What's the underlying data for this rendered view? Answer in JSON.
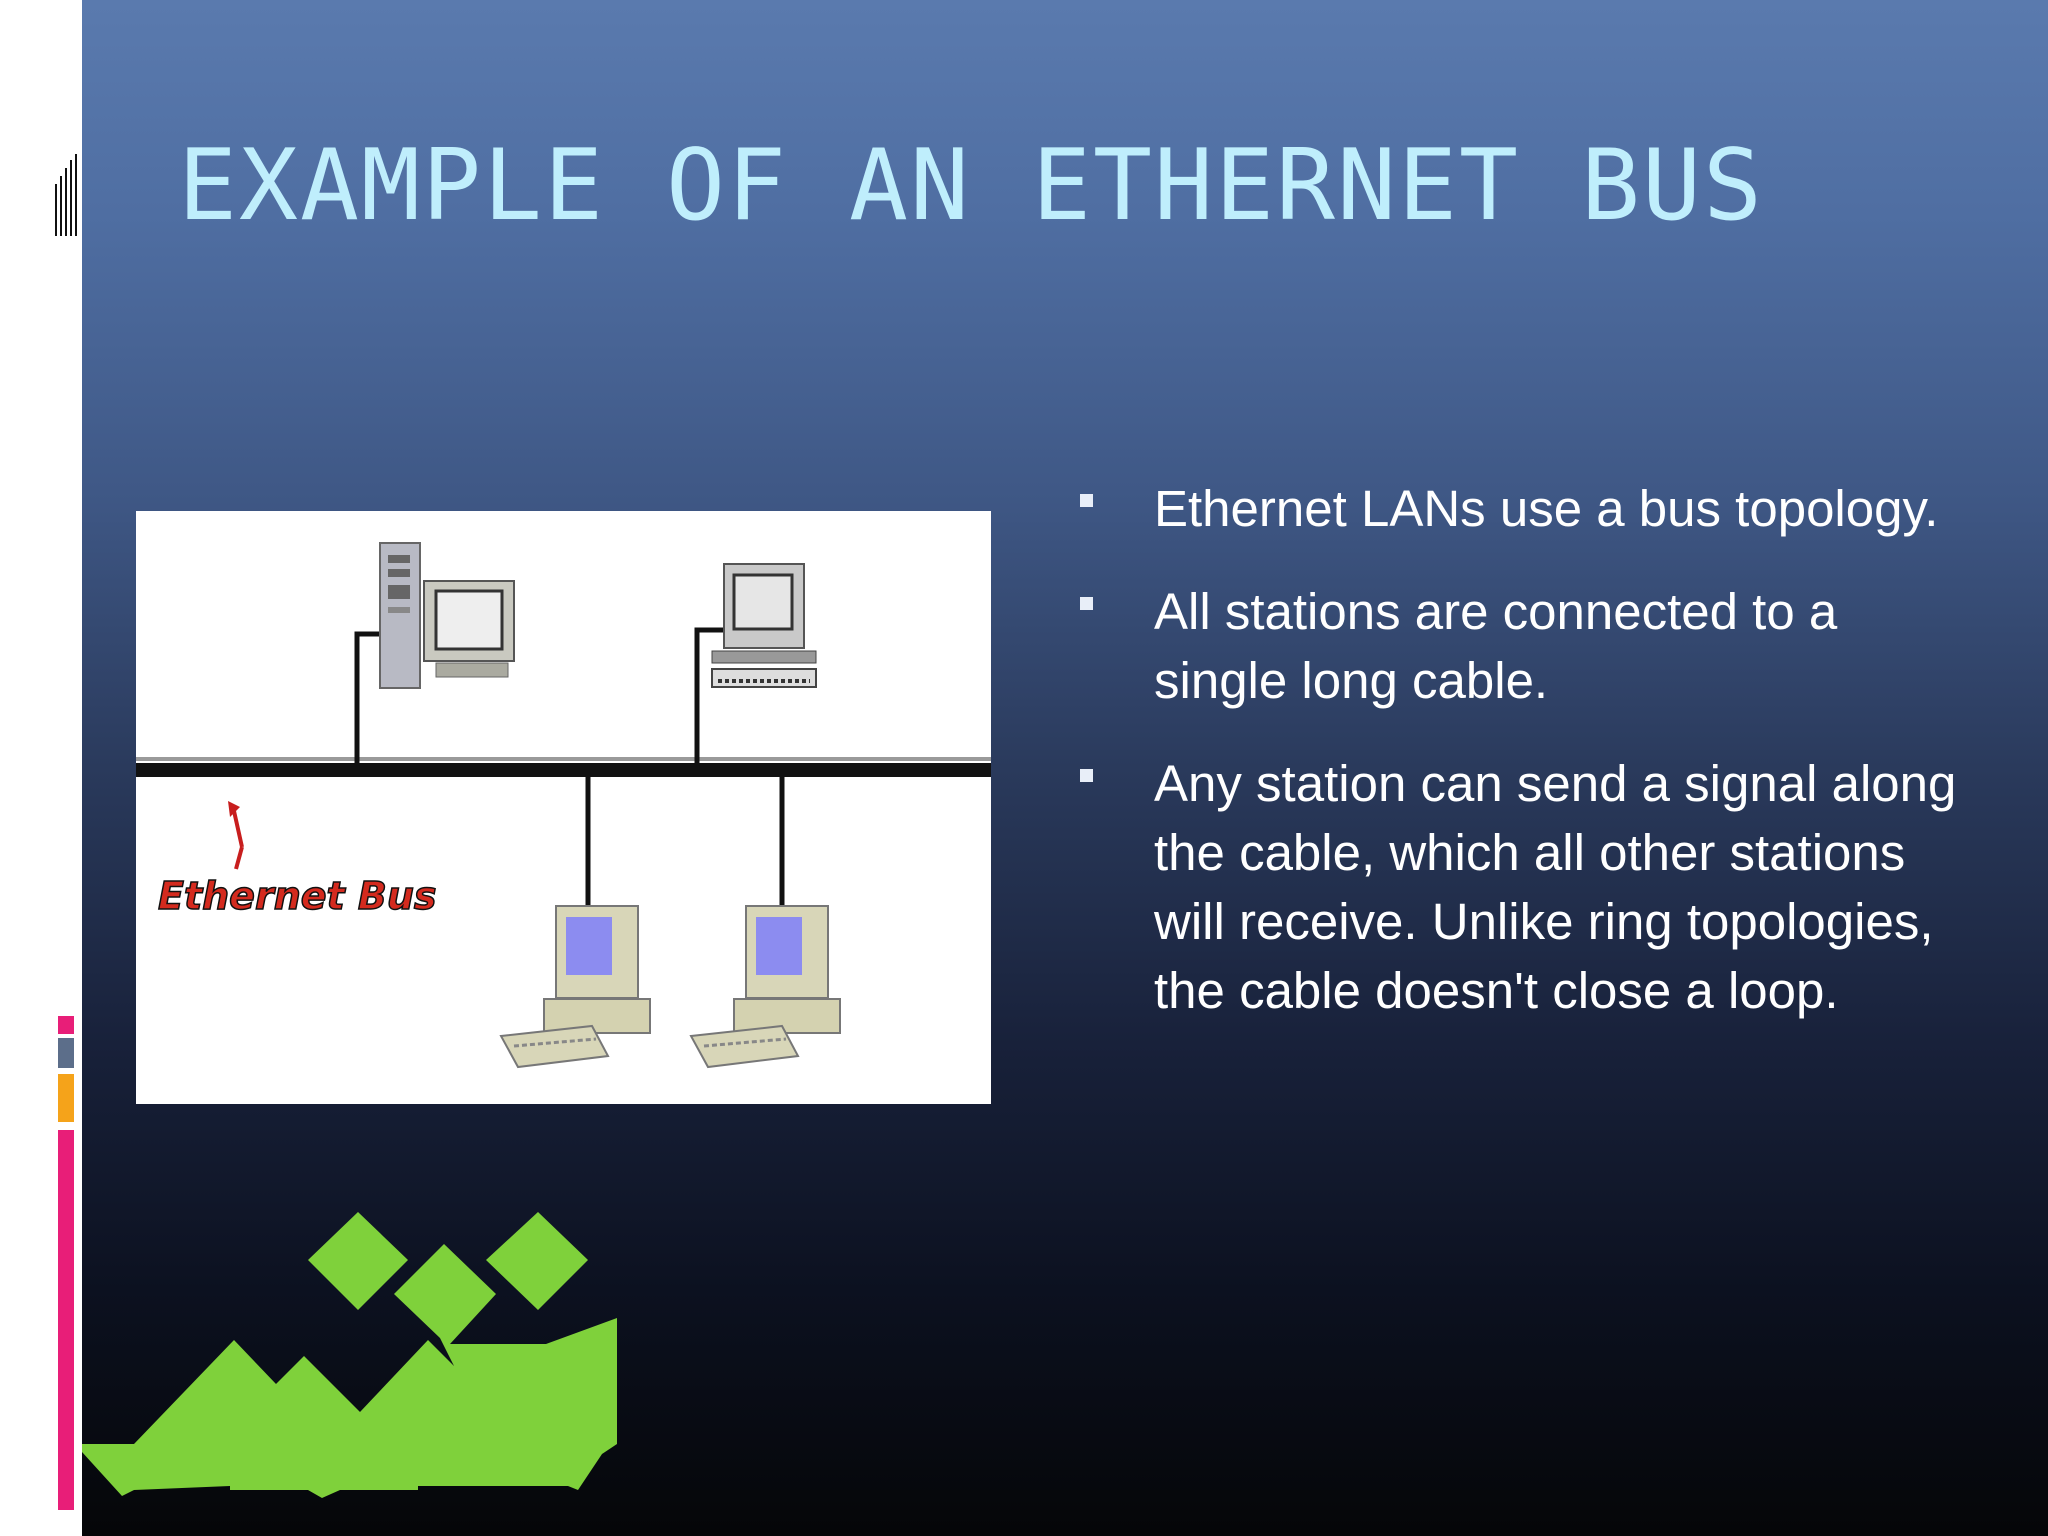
{
  "slide": {
    "title": "EXAMPLE OF AN ETHERNET BUS",
    "bullets": [
      {
        "text": "Ethernet LANs use a bus topology."
      },
      {
        "text": "All stations are connected to a single long cable."
      },
      {
        "text": "Any station can send a signal along the cable, which all other stations will receive. Unlike ring topologies, the cable doesn't close a loop."
      }
    ]
  },
  "figure": {
    "label": "Ethernet Bus",
    "icons": [
      "tower-computer-icon",
      "desktop-computer-icon",
      "workstation-icon",
      "workstation-icon",
      "arrow-icon"
    ]
  },
  "colors": {
    "title": "#bfeefc",
    "text": "#ffffff",
    "bg_top": "#5a7aae",
    "bg_bottom": "#050608",
    "accent_pink": "#e81e78",
    "accent_orange": "#f5a31a",
    "accent_gray": "#5c6e8a",
    "decor_green": "#7fd13b",
    "figure_label": "#d42a1e"
  }
}
